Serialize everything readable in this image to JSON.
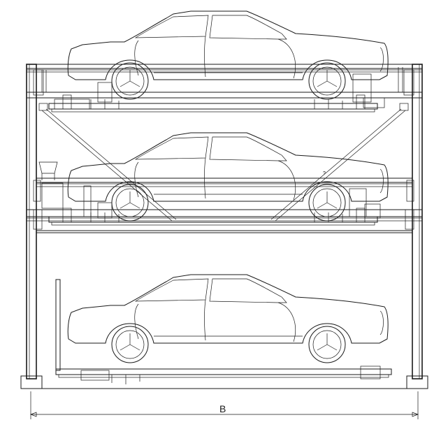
{
  "drawing": {
    "dimension_label": "B",
    "annotation_mark": "?",
    "levels": [
      "top",
      "middle",
      "bottom"
    ],
    "colors": {
      "line": "#1a1a1a",
      "background": "#ffffff"
    }
  }
}
